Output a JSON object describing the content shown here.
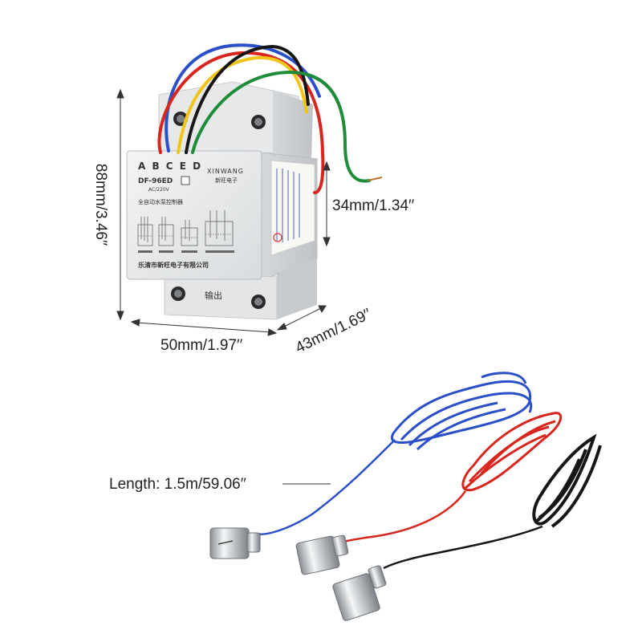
{
  "dimensions": {
    "height": "88mm/3.46′′",
    "top_width": "34mm/1.34′′",
    "width": "50mm/1.97′′",
    "depth": "43mm/1.69′′",
    "cable_length": "Length: 1.5m/59.06′′"
  },
  "device": {
    "terminal_letters": "A B C E D",
    "model": "DF-96ED",
    "voltage": "AC/220V",
    "brand": "XINWANG",
    "brand_cn": "新旺电子",
    "product_name": "全自动水泵控制器",
    "manufacturer": "乐清市新旺电子有限公司",
    "bottom_mark": "输出"
  },
  "colors": {
    "wire_blue": "#2a4fc8",
    "wire_red": "#d8261f",
    "wire_yellow": "#f0c419",
    "wire_black": "#161616",
    "wire_green": "#1f8c3a",
    "device_body": "#e9ebec"
  }
}
